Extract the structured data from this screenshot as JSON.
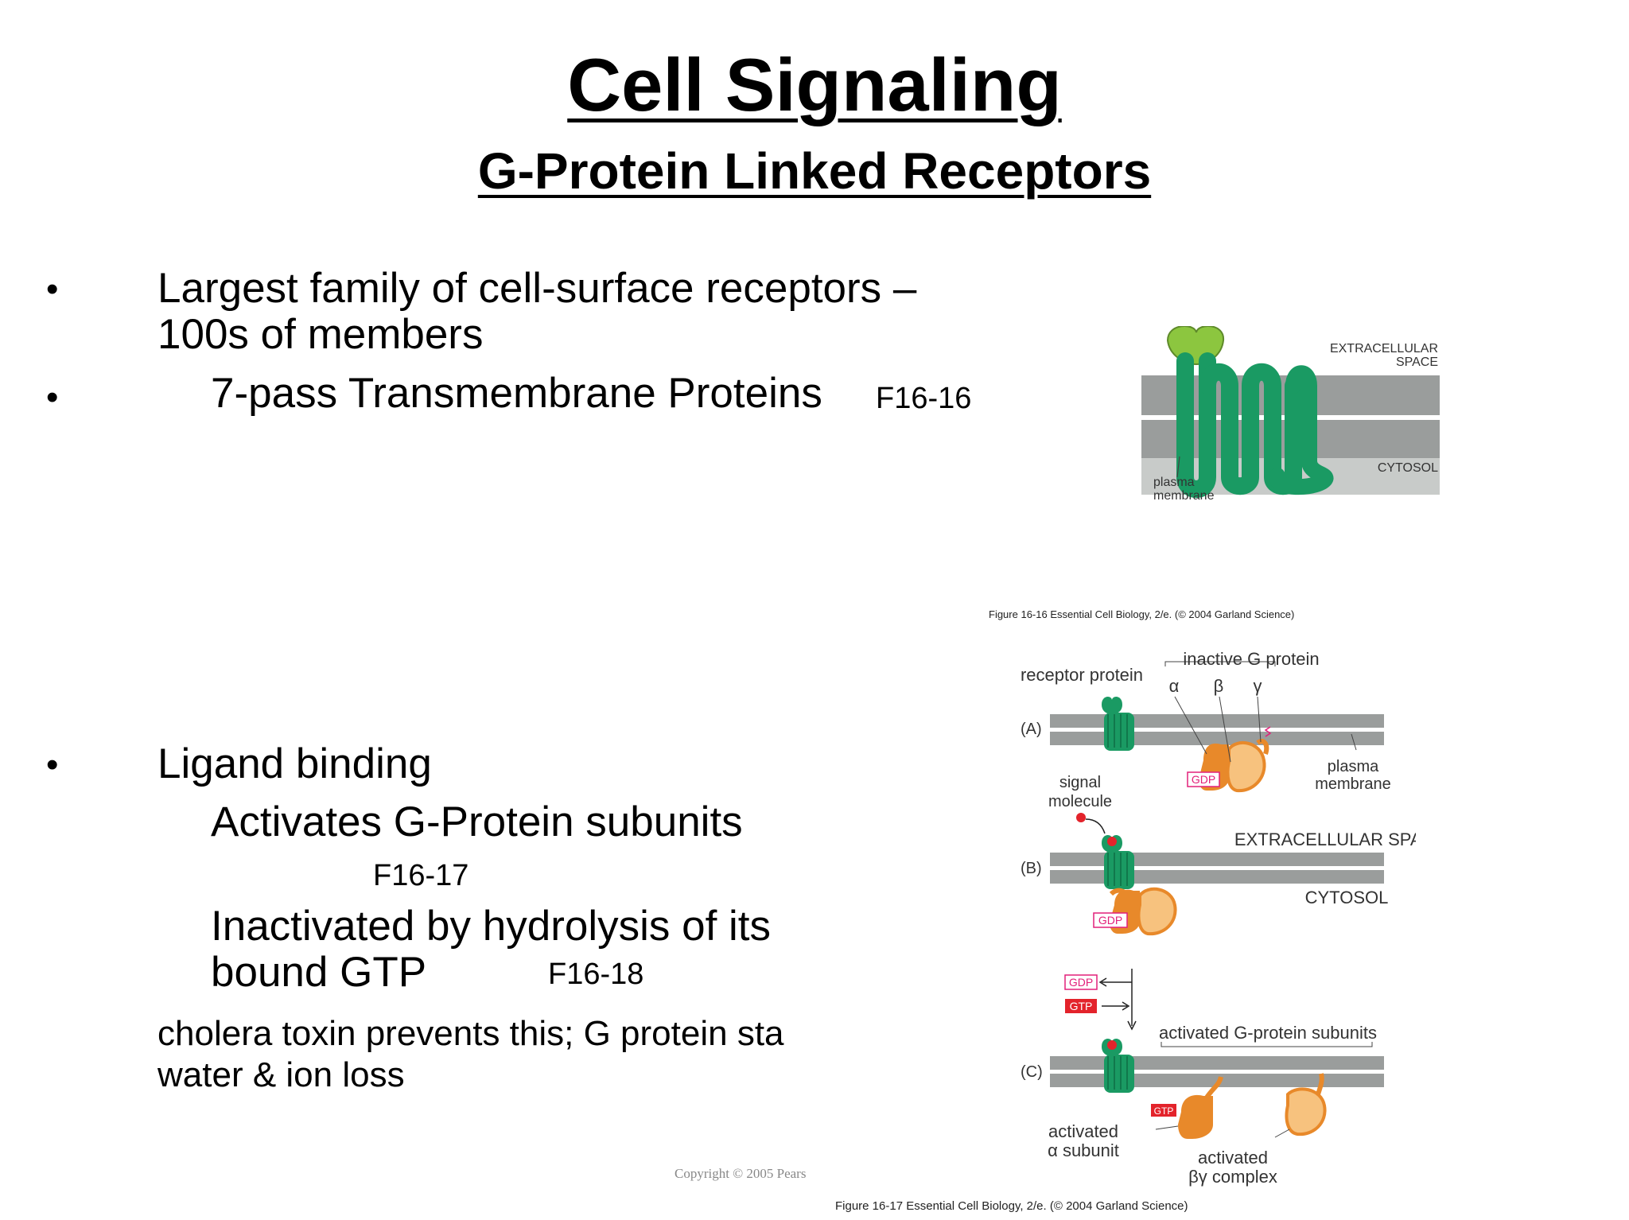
{
  "slide": {
    "title": "Cell Signaling",
    "subtitle": "G-Protein Linked Receptors",
    "bullet_glyph": "•",
    "items": [
      {
        "line1": "Largest family of cell-surface receptors –",
        "line2": "100s of members"
      },
      {
        "text": "7-pass Transmembrane Proteins",
        "ref": "F16-16"
      },
      {
        "text": "Ligand binding"
      }
    ],
    "sub_items": [
      {
        "text": "Activates G-Protein subunits",
        "ref": "F16-17"
      },
      {
        "line1": "Inactivated by hydrolysis of its",
        "line2": "bound GTP",
        "ref": "F16-18"
      }
    ],
    "cholera": {
      "line1": "cholera toxin prevents this; G protein sta",
      "line2": "water & ion loss"
    },
    "copyright": "Copyright © 2005 Pears"
  },
  "figure_16_16": {
    "caption": "Figure 16-16  Essential Cell Biology, 2/e. (© 2004 Garland Science)",
    "labels": {
      "extracellular_1": "EXTRACELLULAR",
      "extracellular_2": "SPACE",
      "cytosol": "CYTOSOL",
      "plasma_1": "plasma",
      "plasma_2": "membrane"
    }
  },
  "figure_16_17": {
    "caption": "Figure 16-17  Essential Cell Biology, 2/e. (© 2004 Garland Science)",
    "labels": {
      "receptor_protein": "receptor protein",
      "inactive_g_protein": "inactive G protein",
      "alpha": "α",
      "beta": "β",
      "gamma": "γ",
      "panel_a": "(A)",
      "panel_b": "(B)",
      "panel_c": "(C)",
      "plasma_1": "plasma",
      "plasma_2": "membrane",
      "signal_1": "signal",
      "signal_2": "molecule",
      "extracellular_space": "EXTRACELLULAR SPACE",
      "cytosol": "CYTOSOL",
      "gdp": "GDP",
      "gtp": "GTP",
      "activated_subunits": "activated G-protein subunits",
      "activated_alpha_1": "activated",
      "activated_alpha_2": "α subunit",
      "activated_bg_1": "activated",
      "activated_bg_2": "βγ complex"
    }
  },
  "colors": {
    "membrane": "#9a9d9c",
    "membrane_light": "#c8cbc9",
    "receptor": "#1a9a63",
    "receptor_light": "#8cc63f",
    "alpha": "#e8892a",
    "beta": "#f7c27e",
    "gdp": "#e2207a",
    "gtp": "#e3232b"
  }
}
